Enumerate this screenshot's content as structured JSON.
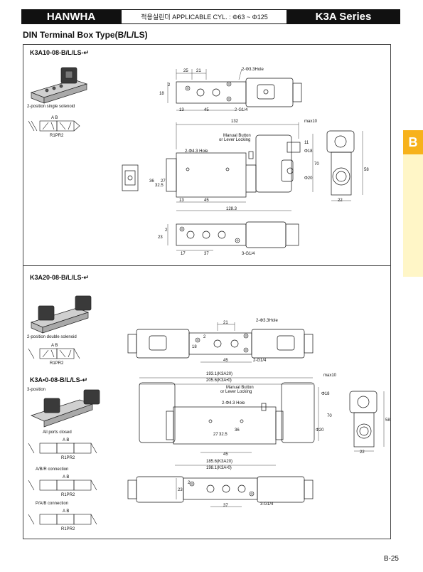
{
  "header": {
    "brand": "HANWHA",
    "applicable": "적용실린더 APPLICABLE CYL. : Φ63 ~ Φ125",
    "series": "K3A Series"
  },
  "section_title": "DIN Terminal Box Type(B/L/LS)",
  "side_tab": "B",
  "panel1": {
    "model": "K3A10-08-B/L/LS-",
    "caption": "2-position single solenoid",
    "symbol_ports_top": "A  B",
    "symbol_ports_bottom": "R1PR2",
    "top_view": {
      "d25": "25",
      "d21": "21",
      "hole": "2-Φ3.3Hole",
      "d18": "18",
      "d2": "2",
      "d13": "13",
      "d45": "45",
      "g14": "2-G1/4"
    },
    "front_view": {
      "d132": "132",
      "max10": "max10",
      "manual": "Manual Button",
      "lever": "or Lever Locking",
      "hole43": "2-Φ4.3 Hole",
      "d11": "11",
      "d18": "Φ18",
      "d36": "36",
      "d325": "32.5",
      "d27": "27",
      "d20": "Φ20",
      "d70": "70",
      "d58": "58",
      "d13": "13",
      "d45": "45",
      "d1283": "128.3",
      "d22": "22"
    },
    "bottom_view": {
      "d23": "23",
      "d2": "2",
      "d17": "17",
      "d37": "37",
      "g14": "3-G1/4"
    }
  },
  "panel2": {
    "model_a": "K3A20-08-B/L/LS-",
    "caption_a": "2-position double solenoid",
    "model_b": "K3A•0-08-B/L/LS-",
    "caption_b": "3-position",
    "closed": "All ports closed",
    "abr": "A/B/R connection",
    "pab": "P/A/B connection",
    "symbol_ports_top": "A  B",
    "symbol_ports_bottom": "R1PR2",
    "top_view": {
      "d21": "21",
      "hole": "2-Φ3.3Hole",
      "d18": "18",
      "d2": "2",
      "d45": "45",
      "g14": "2-G1/4"
    },
    "front_view": {
      "d1931": "193.1(K3A20)",
      "d2056": "205.6(K3A•0)",
      "max10": "max10",
      "manual": "Manual Button",
      "lever": "or Lever Locking",
      "hole43": "2-Φ4.3 Hole",
      "d18": "Φ18",
      "d27": "27",
      "d325": "32.5",
      "d36": "36",
      "d20": "Φ20",
      "d70": "70",
      "d58": "58",
      "d45": "45",
      "d1856": "185.6(K3A20)",
      "d1981": "198.1(K3A•0)",
      "d22": "22"
    },
    "bottom_view": {
      "d23": "23",
      "d2": "2",
      "d37": "37",
      "g14": "3-G1/4"
    }
  },
  "page_number": "B-25"
}
